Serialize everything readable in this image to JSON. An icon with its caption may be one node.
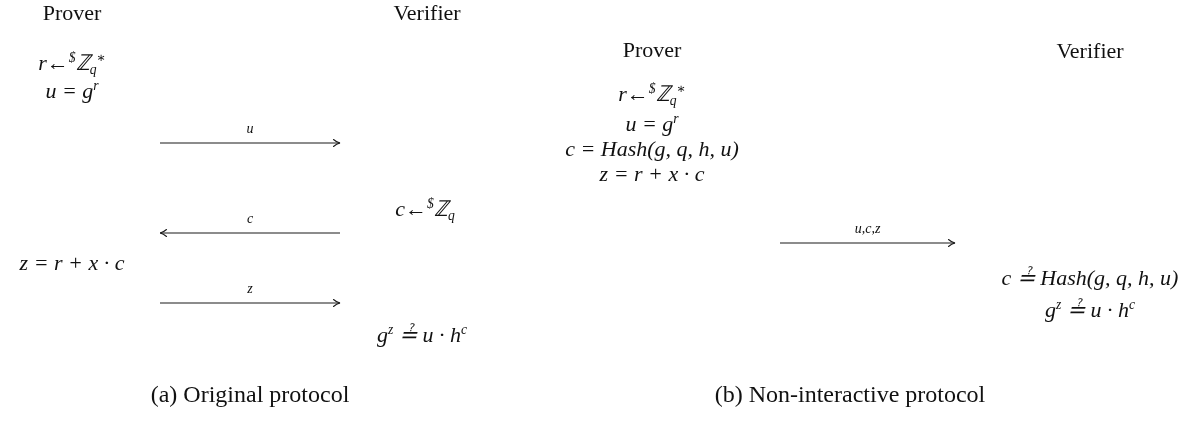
{
  "diagram": {
    "nodes": [
      {
        "text": [
          "Prover",
          "r←$^{$}$ℤ$_{q}$$^{∗}$",
          "u = g$^{r}$",
          "z = r + x · c"
        ]
      },
      {
        "text": [
          "Verifier",
          "c←$^{$}$ℤ$_{q}$",
          "g$^{z}$ ≟ u · h$^{c}$"
        ]
      },
      {
        "text": [
          "Prover",
          "r←$^{$}$ℤ$_{q}$$^{∗}$",
          "u = g$^{r}$",
          "c = Hash(g, q, h, u)",
          "z = r + x · c"
        ]
      },
      {
        "text": [
          "Verifier",
          "c ≟ Hash(g, q, h, u)",
          "g$^{z}$ ≟ u · h$^{c}$"
        ]
      }
    ],
    "edges": [
      {
        "from": 0,
        "to": 1,
        "arrow": "to",
        "label": "u"
      },
      {
        "from": 1,
        "to": 0,
        "arrow": "to",
        "label": "c"
      },
      {
        "from": 0,
        "to": 1,
        "arrow": "to",
        "label": "z"
      },
      {
        "from": 2,
        "to": 3,
        "arrow": "to",
        "label": "u,c,z"
      }
    ],
    "labels": [
      "(a) Original protocol",
      "(b) Non-interactive protocol"
    ]
  }
}
